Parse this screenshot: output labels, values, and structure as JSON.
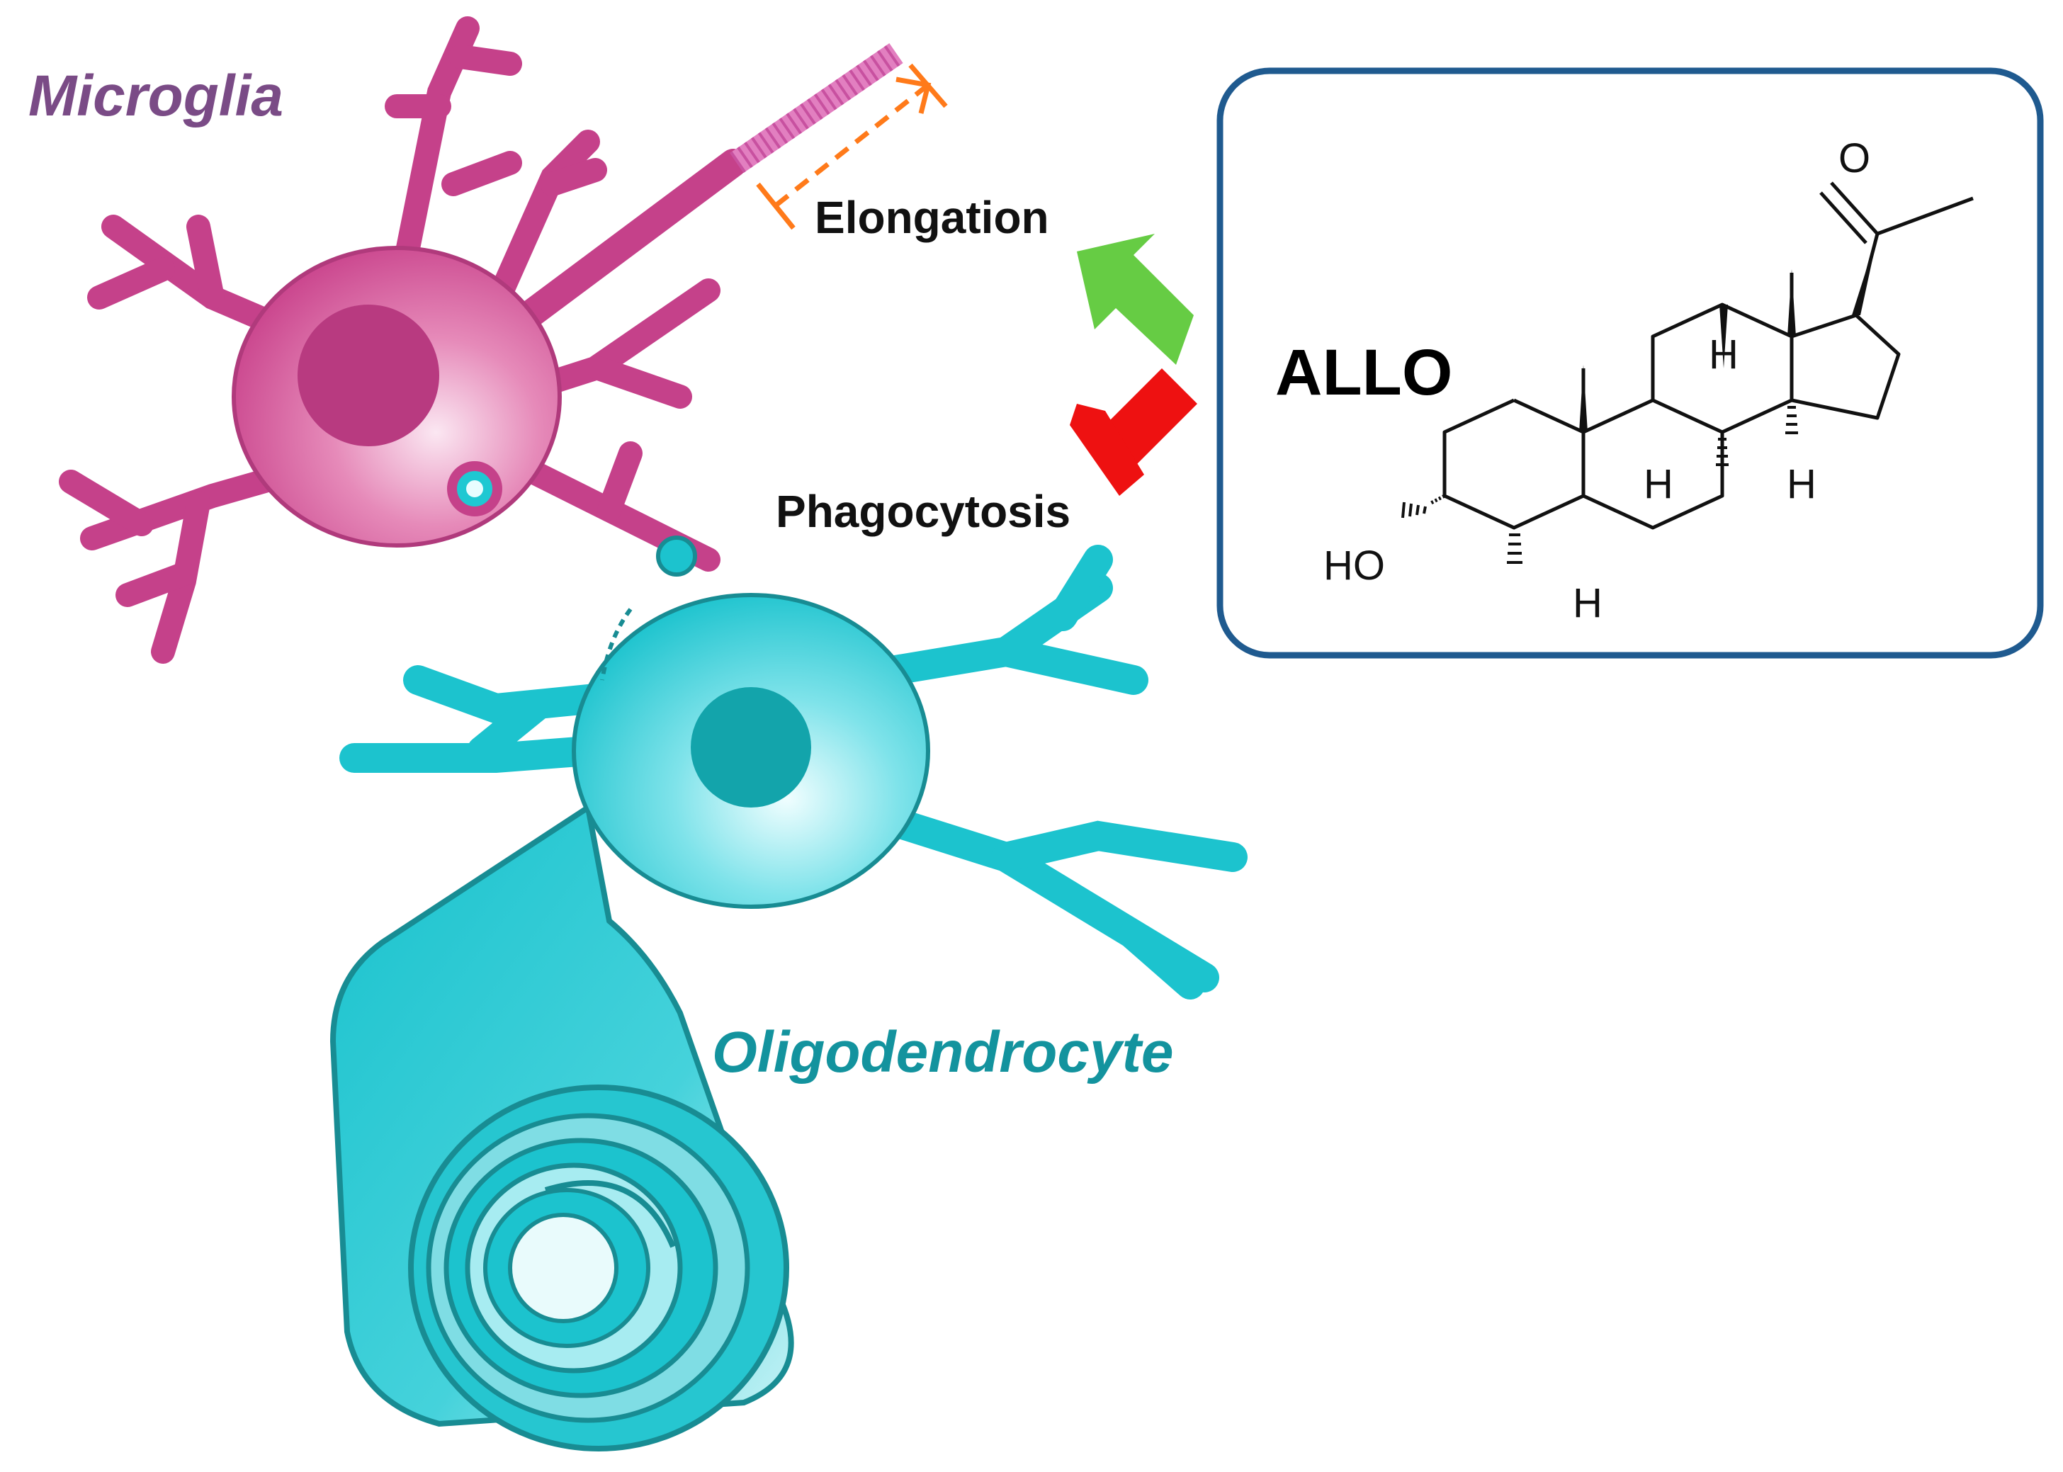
{
  "cells": {
    "microglia": {
      "label": "Microglia",
      "color": "#7a4b86",
      "body_color": "#cd4a8f"
    },
    "oligodendrocyte": {
      "label": "Oligodendrocyte",
      "color": "#13939e",
      "body_color": "#1bc4cf"
    }
  },
  "effects": {
    "elongation": {
      "label": "Elongation",
      "arrow": "green-promote-arrow",
      "color": "#66cc44"
    },
    "phagocytosis": {
      "label": "Phagocytosis",
      "arrow": "red-inhibit-bar",
      "color": "#ee1111"
    }
  },
  "molecule": {
    "name": "ALLO",
    "box_border_color": "#1f5a8f",
    "atoms": {
      "oxygen": "O",
      "hydroxyl": "HO",
      "h1": "H",
      "h2": "H",
      "h3": "H",
      "h4": "H"
    }
  },
  "icons": {
    "elongation_extension": "dotted-extension-icon",
    "length_measure": "dashed-length-arrow-icon"
  }
}
